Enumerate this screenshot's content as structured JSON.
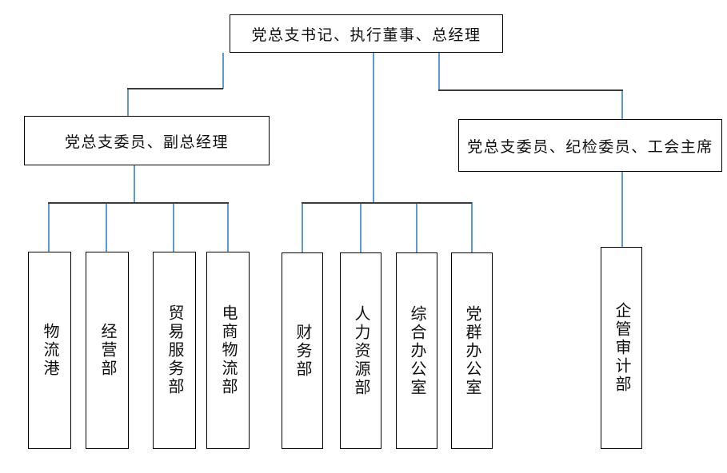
{
  "diagram": {
    "title_top": "党总支书记、执行董事、总经理",
    "level2": {
      "left": "党总支委员、副总经理",
      "right": "党总支委员、纪检委员、工会主席"
    },
    "departments": {
      "left_group": [
        "物流港",
        "经营部",
        "贸易服务部",
        "电商物流部"
      ],
      "middle_group": [
        "财务部",
        "人力资源部",
        "综合办公室",
        "党群办公室"
      ],
      "right_group": [
        "企管审计部"
      ]
    },
    "colors": {
      "connector_blue": "#5b9bd5",
      "connector_dark": "#3b3b3b",
      "box_border": "#000000",
      "text": "#101010",
      "background": "#ffffff"
    }
  }
}
